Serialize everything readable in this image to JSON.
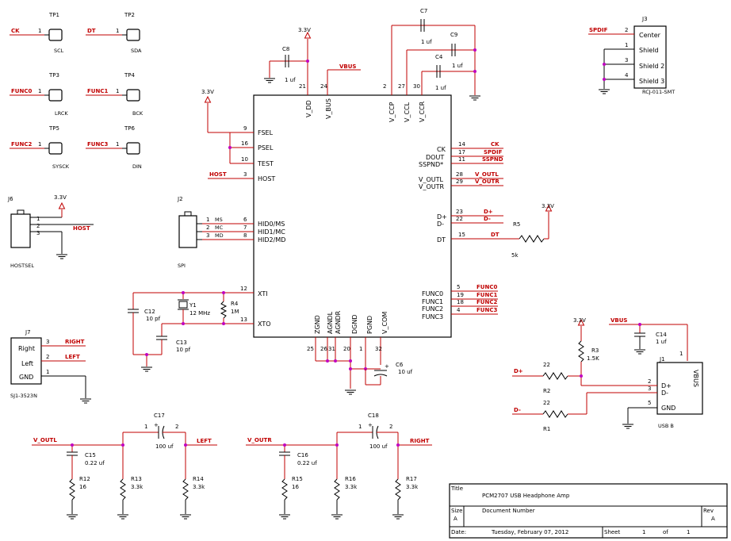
{
  "power_labels": {
    "v33": "3.3V",
    "vbus": "VBUS"
  },
  "nets": {
    "ck": "CK",
    "dt": "DT",
    "func0": "FUNC0",
    "func1": "FUNC1",
    "func2": "FUNC2",
    "func3": "FUNC3",
    "host": "HOST",
    "spdif": "SPDIF",
    "sspnd": "SSPND",
    "v_outl": "V_OUTL",
    "v_outr": "V_OUTR",
    "dp": "D+",
    "dm": "D-",
    "right": "RIGHT",
    "left": "LEFT",
    "v_outl_net": "V_OUTL",
    "v_outr_net": "V_OUTR",
    "left_net": "LEFT",
    "right_net": "RIGHT"
  },
  "testpoints": [
    {
      "ref": "TP1",
      "net": "CK",
      "pin": "1",
      "label": "SCL"
    },
    {
      "ref": "TP2",
      "net": "DT",
      "pin": "1",
      "label": "SDA"
    },
    {
      "ref": "TP3",
      "net": "FUNC0",
      "pin": "1",
      "label": "LRCK"
    },
    {
      "ref": "TP4",
      "net": "FUNC1",
      "pin": "1",
      "label": "BCK"
    },
    {
      "ref": "TP5",
      "net": "FUNC2",
      "pin": "1",
      "label": "SYSCK"
    },
    {
      "ref": "TP6",
      "net": "FUNC3",
      "pin": "1",
      "label": "DIN"
    }
  ],
  "ic": {
    "top_pins": [
      {
        "num": "21",
        "name": "V_DD"
      },
      {
        "num": "24",
        "name": "V_BUS"
      },
      {
        "num": "2",
        "name": "V_CCP"
      },
      {
        "num": "27",
        "name": "V_CCL"
      },
      {
        "num": "30",
        "name": "V_CCR"
      }
    ],
    "left_pins": [
      {
        "num": "9",
        "name": "FSEL"
      },
      {
        "num": "16",
        "name": "PSEL"
      },
      {
        "num": "10",
        "name": "TEST"
      },
      {
        "num": "3",
        "name": "HOST"
      },
      {
        "num": "6",
        "name": "HID0/MS"
      },
      {
        "num": "7",
        "name": "HID1/MC"
      },
      {
        "num": "8",
        "name": "HID2/MD"
      },
      {
        "num": "12",
        "name": "XTI"
      },
      {
        "num": "13",
        "name": "XTO"
      }
    ],
    "right_pins": [
      {
        "num": "14",
        "name": "CK"
      },
      {
        "num": "17",
        "name": "DOUT"
      },
      {
        "num": "11",
        "name": "SSPND*"
      },
      {
        "num": "28",
        "name": "V_OUTL"
      },
      {
        "num": "29",
        "name": "V_OUTR"
      },
      {
        "num": "23",
        "name": "D+"
      },
      {
        "num": "22",
        "name": "D-"
      },
      {
        "num": "15",
        "name": "DT"
      },
      {
        "num": "5",
        "name": "FUNC0"
      },
      {
        "num": "19",
        "name": "FUNC1"
      },
      {
        "num": "18",
        "name": "FUNC2"
      },
      {
        "num": "4",
        "name": "FUNC3"
      }
    ],
    "bottom_pins": [
      {
        "num": "25",
        "name": "ZGND"
      },
      {
        "num": "26",
        "name": "AGNDL"
      },
      {
        "num": "31",
        "name": "AGNDR"
      },
      {
        "num": "20",
        "name": "DGND"
      },
      {
        "num": "1",
        "name": "PGND"
      },
      {
        "num": "32",
        "name": "V_COM"
      }
    ]
  },
  "caps": {
    "c7": {
      "ref": "C7",
      "value": "1 uf"
    },
    "c9": {
      "ref": "C9",
      "value": "1 uf"
    },
    "c4": {
      "ref": "C4",
      "value": "1 uf"
    },
    "c8": {
      "ref": "C8",
      "value": "1 uf"
    },
    "c12": {
      "ref": "C12",
      "value": "10 pf"
    },
    "c13": {
      "ref": "C13",
      "value": "10 pf"
    },
    "c6": {
      "ref": "C6",
      "value": "10 uf"
    },
    "c14": {
      "ref": "C14",
      "value": "1 uf"
    },
    "c15": {
      "ref": "C15",
      "value": "0.22 uf"
    },
    "c16": {
      "ref": "C16",
      "value": "0.22 uf"
    },
    "c17": {
      "ref": "C17",
      "value": "100 uf"
    },
    "c18": {
      "ref": "C18",
      "value": "100 uf"
    }
  },
  "resistors": {
    "r4": {
      "ref": "R4",
      "value": "1M"
    },
    "r5": {
      "ref": "R5",
      "value": "5k"
    },
    "r3": {
      "ref": "R3",
      "value": "1.5K"
    },
    "r2": {
      "ref": "R2",
      "value": "22"
    },
    "r1": {
      "ref": "R1",
      "value": "22"
    },
    "r12": {
      "ref": "R12",
      "value": "16"
    },
    "r13": {
      "ref": "R13",
      "value": "3.3k"
    },
    "r14": {
      "ref": "R14",
      "value": "3.3k"
    },
    "r15": {
      "ref": "R15",
      "value": "16"
    },
    "r16": {
      "ref": "R16",
      "value": "3.3k"
    },
    "r17": {
      "ref": "R17",
      "value": "3.3k"
    }
  },
  "crystal": {
    "ref": "Y1",
    "value": "12 MHz"
  },
  "j6": {
    "ref": "J6",
    "name": "HOSTSEL",
    "pins": [
      "1",
      "2",
      "3"
    ]
  },
  "j2": {
    "ref": "J2",
    "name": "SPI",
    "pins": [
      {
        "num": "1",
        "sig": "MS"
      },
      {
        "num": "2",
        "sig": "MC"
      },
      {
        "num": "3",
        "sig": "MD"
      }
    ]
  },
  "j3": {
    "ref": "J3",
    "name": "RCJ-011-SMT",
    "pins": [
      {
        "num": "2",
        "name": "Center"
      },
      {
        "num": "1",
        "name": "Shield"
      },
      {
        "num": "3",
        "name": "Shield 2"
      },
      {
        "num": "4",
        "name": "Shield 3"
      }
    ]
  },
  "j7": {
    "ref": "J7",
    "name": "SJ1-3523N",
    "pins": [
      {
        "num": "3",
        "name": "Right"
      },
      {
        "num": "2",
        "name": "Left"
      },
      {
        "num": "1",
        "name": "GND"
      }
    ]
  },
  "j1": {
    "ref": "J1",
    "name": "USB B",
    "vbus_pin": "1",
    "vbus": "VBUS",
    "pins": [
      {
        "num": "2",
        "name": "D+"
      },
      {
        "num": "3",
        "name": "D-"
      },
      {
        "num": "5",
        "name": "GND"
      }
    ]
  },
  "title_block": {
    "title_label": "Title",
    "title": "PCM2707 USB Headphone Amp",
    "size_label": "Size",
    "size": "A",
    "docnum_label": "Document Number",
    "rev_label": "Rev",
    "rev": "A",
    "date_label": "Date:",
    "date": "Tuesday, February 07, 2012",
    "sheet_label": "Sheet",
    "sheet": "1",
    "of_label": "of",
    "of": "1"
  }
}
